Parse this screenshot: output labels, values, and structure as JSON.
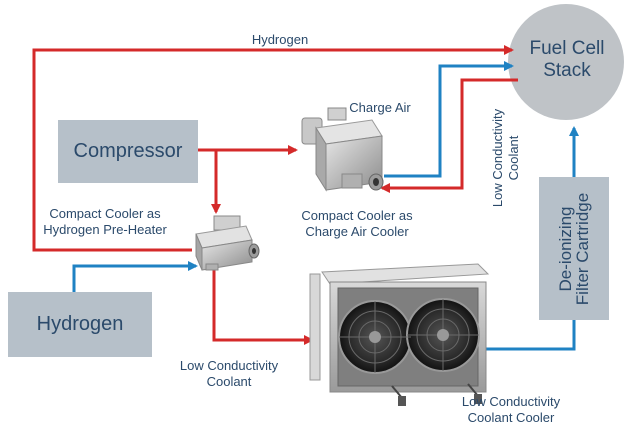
{
  "colors": {
    "hydrogen_line": "#d42a2a",
    "coolant_line": "#1f82c3",
    "box_fill": "#b6c0c9",
    "stack_fill": "#bfc3c7",
    "label_text": "#2b4a6b"
  },
  "nodes": {
    "fuel_cell_stack": {
      "line1": "Fuel Cell",
      "line2": "Stack"
    },
    "compressor": {
      "label": "Compressor"
    },
    "hydrogen_source": {
      "label": "Hydrogen"
    },
    "deionizing_filter": {
      "line1": "De-ionizing",
      "line2": "Filter Cartridge"
    }
  },
  "labels": {
    "hydrogen_top": "Hydrogen",
    "charge_air": "Charge Air",
    "charge_air_cooler_1": "Compact Cooler as",
    "charge_air_cooler_2": "Charge Air Cooler",
    "preheater_1": "Compact Cooler as",
    "preheater_2": "Hydrogen Pre-Heater",
    "lc_coolant_vert_1": "Low Conductivity",
    "lc_coolant_vert_2": "Coolant",
    "lc_coolant_bottom_1": "Low Conductivity",
    "lc_coolant_bottom_2": "Coolant",
    "lc_cooler_1": "Low Conductivity",
    "lc_cooler_2": "Coolant Cooler"
  },
  "icons": {
    "charge_air_cooler": "compact-cooler-icon",
    "preheater": "compact-cooler-icon",
    "radiator": "fan-radiator-icon"
  }
}
